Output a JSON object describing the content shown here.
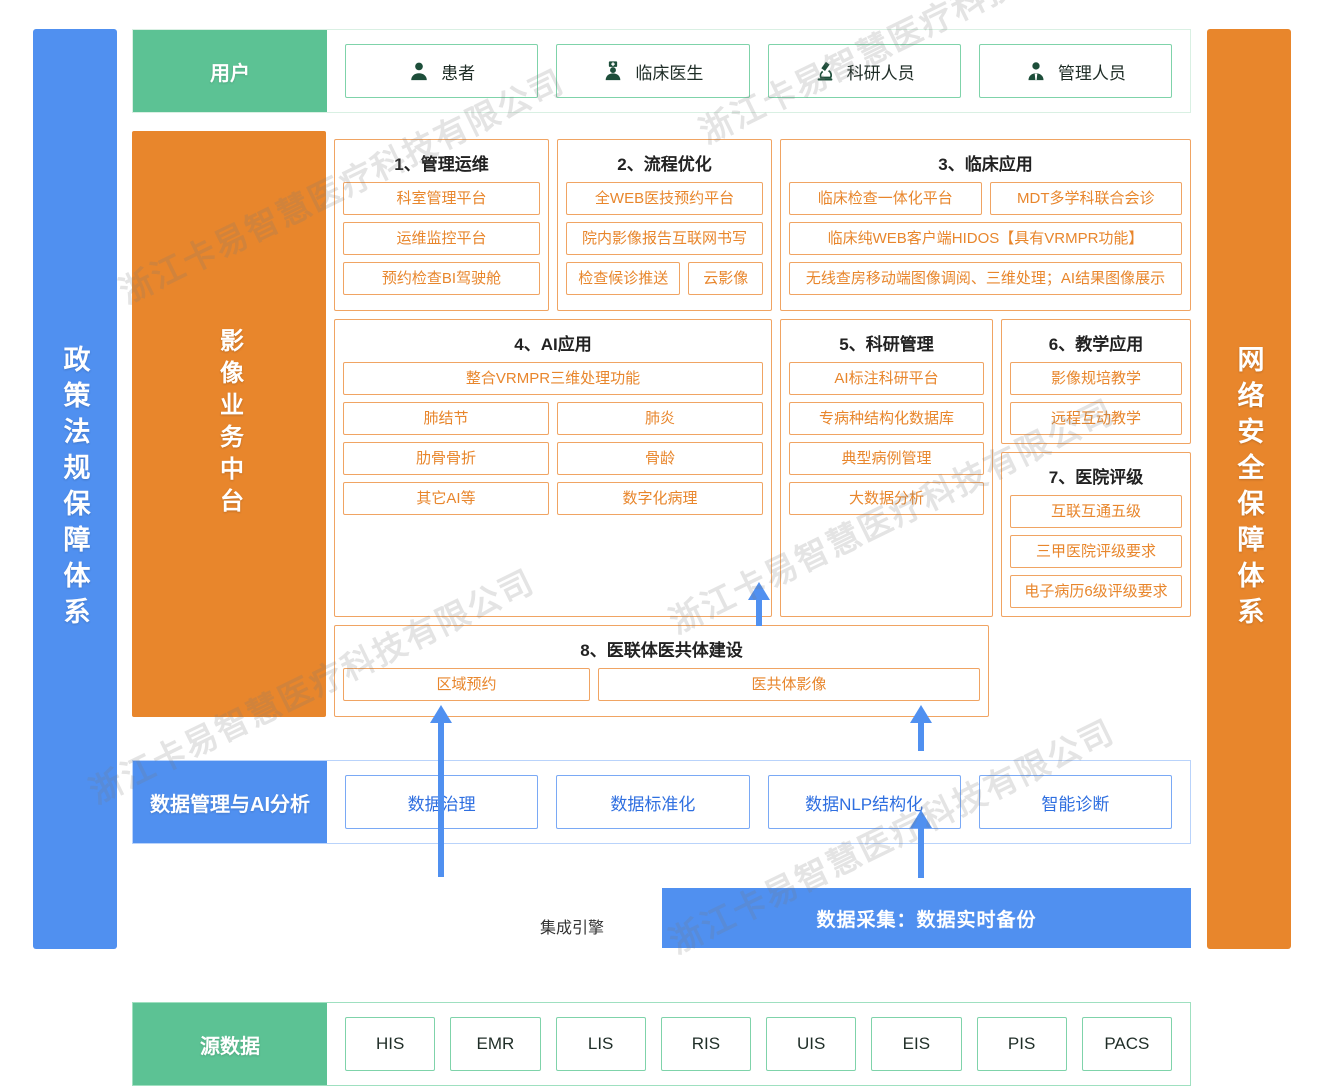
{
  "left_bar": {
    "label": "政策法规保障体系",
    "color": "#5090f0"
  },
  "right_bar": {
    "label": "网络安全保障体系",
    "color": "#e8862c"
  },
  "users": {
    "label": "用户",
    "color": "#5cc294",
    "items": [
      {
        "label": "患者",
        "icon": "user-icon"
      },
      {
        "label": "临床医生",
        "icon": "doctor-icon"
      },
      {
        "label": "科研人员",
        "icon": "microscope-icon"
      },
      {
        "label": "管理人员",
        "icon": "manager-icon"
      }
    ]
  },
  "platform": {
    "label": "影像业务中台",
    "color": "#e8862c",
    "groups": [
      {
        "title": "1、管理运维",
        "rows": [
          [
            "科室管理平台"
          ],
          [
            "运维监控平台"
          ],
          [
            "预约检查BI驾驶舱"
          ]
        ]
      },
      {
        "title": "2、流程优化",
        "rows": [
          [
            "全WEB医技预约平台"
          ],
          [
            "院内影像报告互联网书写"
          ],
          [
            "检查候诊推送",
            "云影像"
          ]
        ]
      },
      {
        "title": "3、临床应用",
        "rows": [
          [
            "临床检查一体化平台",
            "MDT多学科联合会诊"
          ],
          [
            "临床纯WEB客户端HIDOS【具有VRMPR功能】"
          ],
          [
            "无线查房移动端图像调阅、三维处理；AI结果图像展示"
          ]
        ]
      },
      {
        "title": "4、AI应用",
        "rows": [
          [
            "整合VRMPR三维处理功能"
          ],
          [
            "肺结节",
            "肺炎"
          ],
          [
            "肋骨骨折",
            "骨龄"
          ],
          [
            "其它AI等",
            "数字化病理"
          ]
        ]
      },
      {
        "title": "5、科研管理",
        "rows": [
          [
            "AI标注科研平台"
          ],
          [
            "专病种结构化数据库"
          ],
          [
            "典型病例管理"
          ],
          [
            "大数据分析"
          ]
        ]
      },
      {
        "title": "6、教学应用",
        "rows": [
          [
            "影像规培教学"
          ],
          [
            "远程互动教学"
          ]
        ]
      },
      {
        "title": "7、医院评级",
        "rows": [
          [
            "互联互通五级"
          ],
          [
            "三甲医院评级要求"
          ],
          [
            "电子病历6级评级要求"
          ]
        ]
      },
      {
        "title": "8、医联体医共体建设",
        "rows": [
          [
            "区域预约",
            "医共体影像"
          ]
        ]
      }
    ]
  },
  "data_mgmt": {
    "label": "数据管理与AI分析",
    "color": "#5090f0",
    "items": [
      "数据治理",
      "数据标准化",
      "数据NLP结构化",
      "智能诊断"
    ]
  },
  "middle": {
    "engine_label": "集成引擎",
    "collect_label": "数据采集：数据实时备份"
  },
  "source": {
    "label": "源数据",
    "color": "#5cc294",
    "items": [
      "HIS",
      "EMR",
      "LIS",
      "RIS",
      "UIS",
      "EIS",
      "PIS",
      "PACS"
    ]
  },
  "watermark": {
    "text": "浙江卡易智慧医疗科技有限公司"
  }
}
